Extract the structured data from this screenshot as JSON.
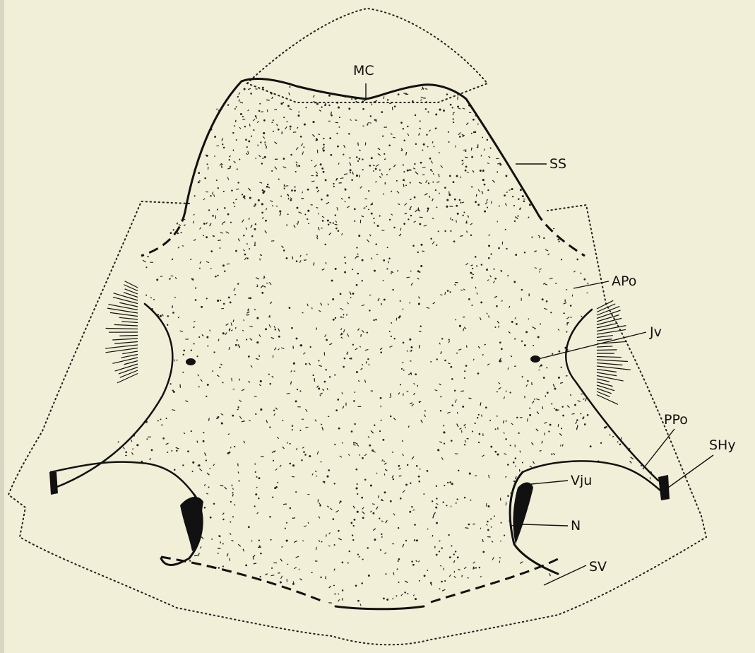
{
  "labels": {
    "mc": "MC",
    "ss": "SS",
    "apo": "APo",
    "jv": "Jv",
    "ppo": "PPo",
    "shy": "SHy",
    "vju": "Vju",
    "n": "N",
    "sv": "SV"
  },
  "colors": {
    "background": "#f1efd7",
    "ink": "#111111"
  }
}
